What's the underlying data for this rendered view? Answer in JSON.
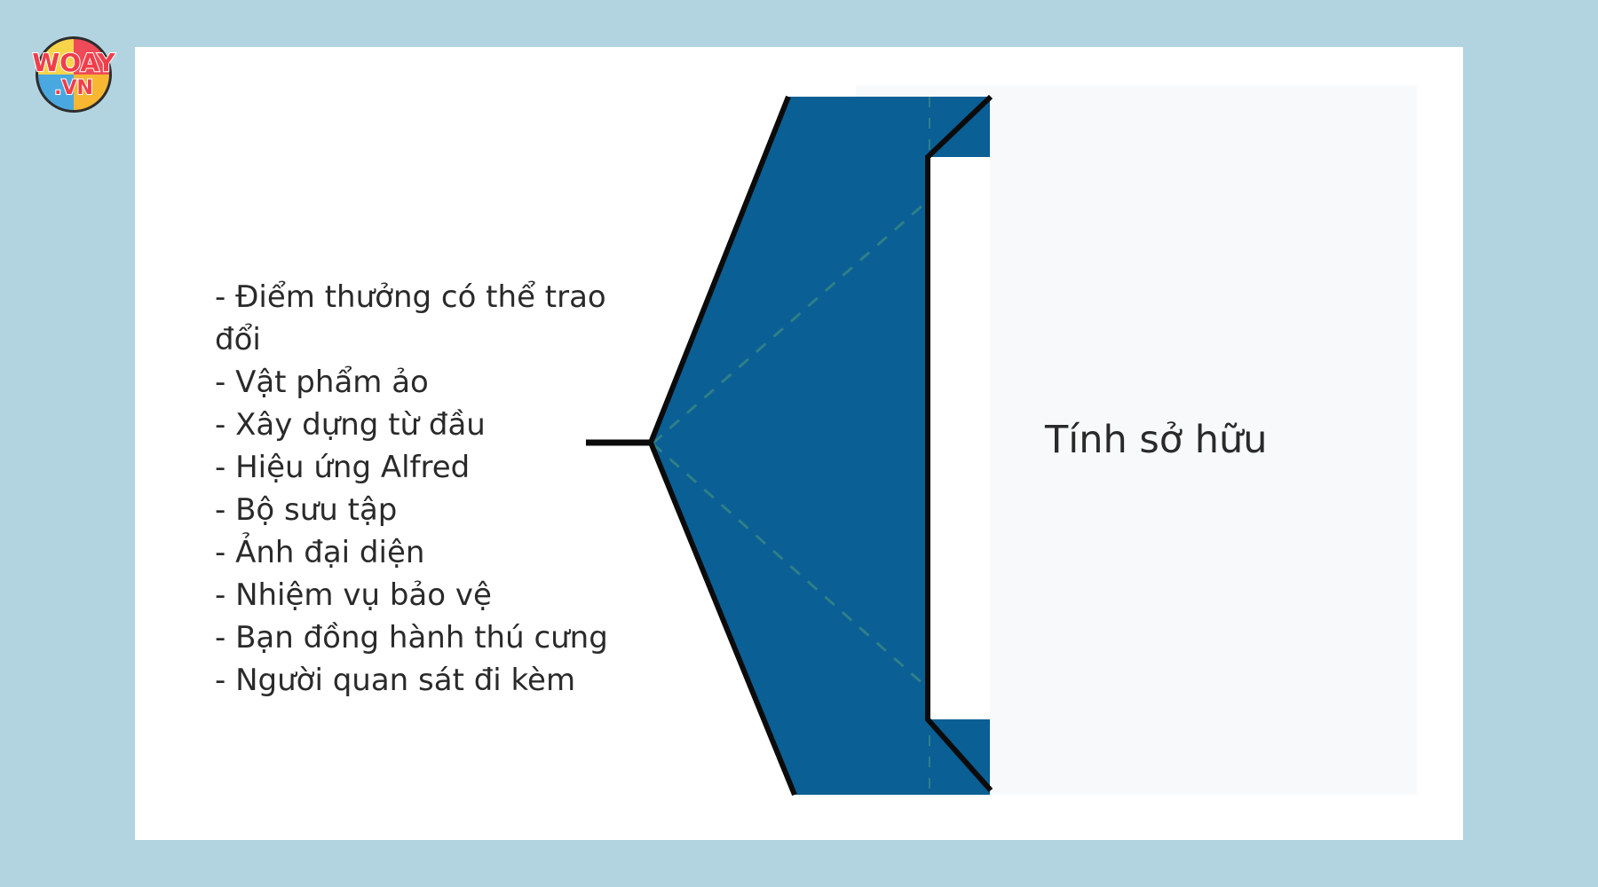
{
  "logo": {
    "text": "WOAY",
    "subtext": ".VN"
  },
  "diagram": {
    "items": [
      "- Điểm thưởng có thể trao đổi",
      "- Vật phẩm ảo",
      "- Xây dựng từ đầu",
      "- Hiệu ứng Alfred",
      "- Bộ sưu tập",
      "- Ảnh đại diện",
      "- Nhiệm vụ bảo vệ",
      "- Bạn đồng hành thú cưng",
      "- Người quan sát đi kèm"
    ],
    "title": "Tính sở hữu"
  },
  "colors": {
    "page_background": "#b2d4e0",
    "card_background": "#ffffff",
    "panel_background": "#f8f9fb",
    "shape_fill": "#0a5f94",
    "shape_outline": "#0b0b0b",
    "text": "#2a2a2a"
  }
}
